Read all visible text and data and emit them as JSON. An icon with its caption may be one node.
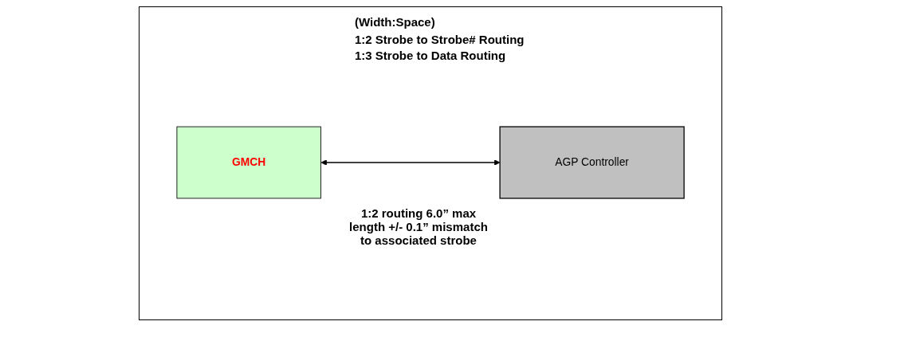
{
  "diagram": {
    "nodes": [
      {
        "text": [
          "GMCH"
        ]
      },
      {
        "text": [
          "AGP Controller"
        ]
      }
    ],
    "edges": [
      {
        "from": 0,
        "to": 1,
        "arrow": "both"
      }
    ],
    "labels": [
      "(Width:Space)",
      "1:2 Strobe to Strobe# Routing",
      "1:3 Strobe to Data Routing",
      "1:2 routing 6.0” max length +/- 0.1” mismatch to associated strobe"
    ]
  }
}
